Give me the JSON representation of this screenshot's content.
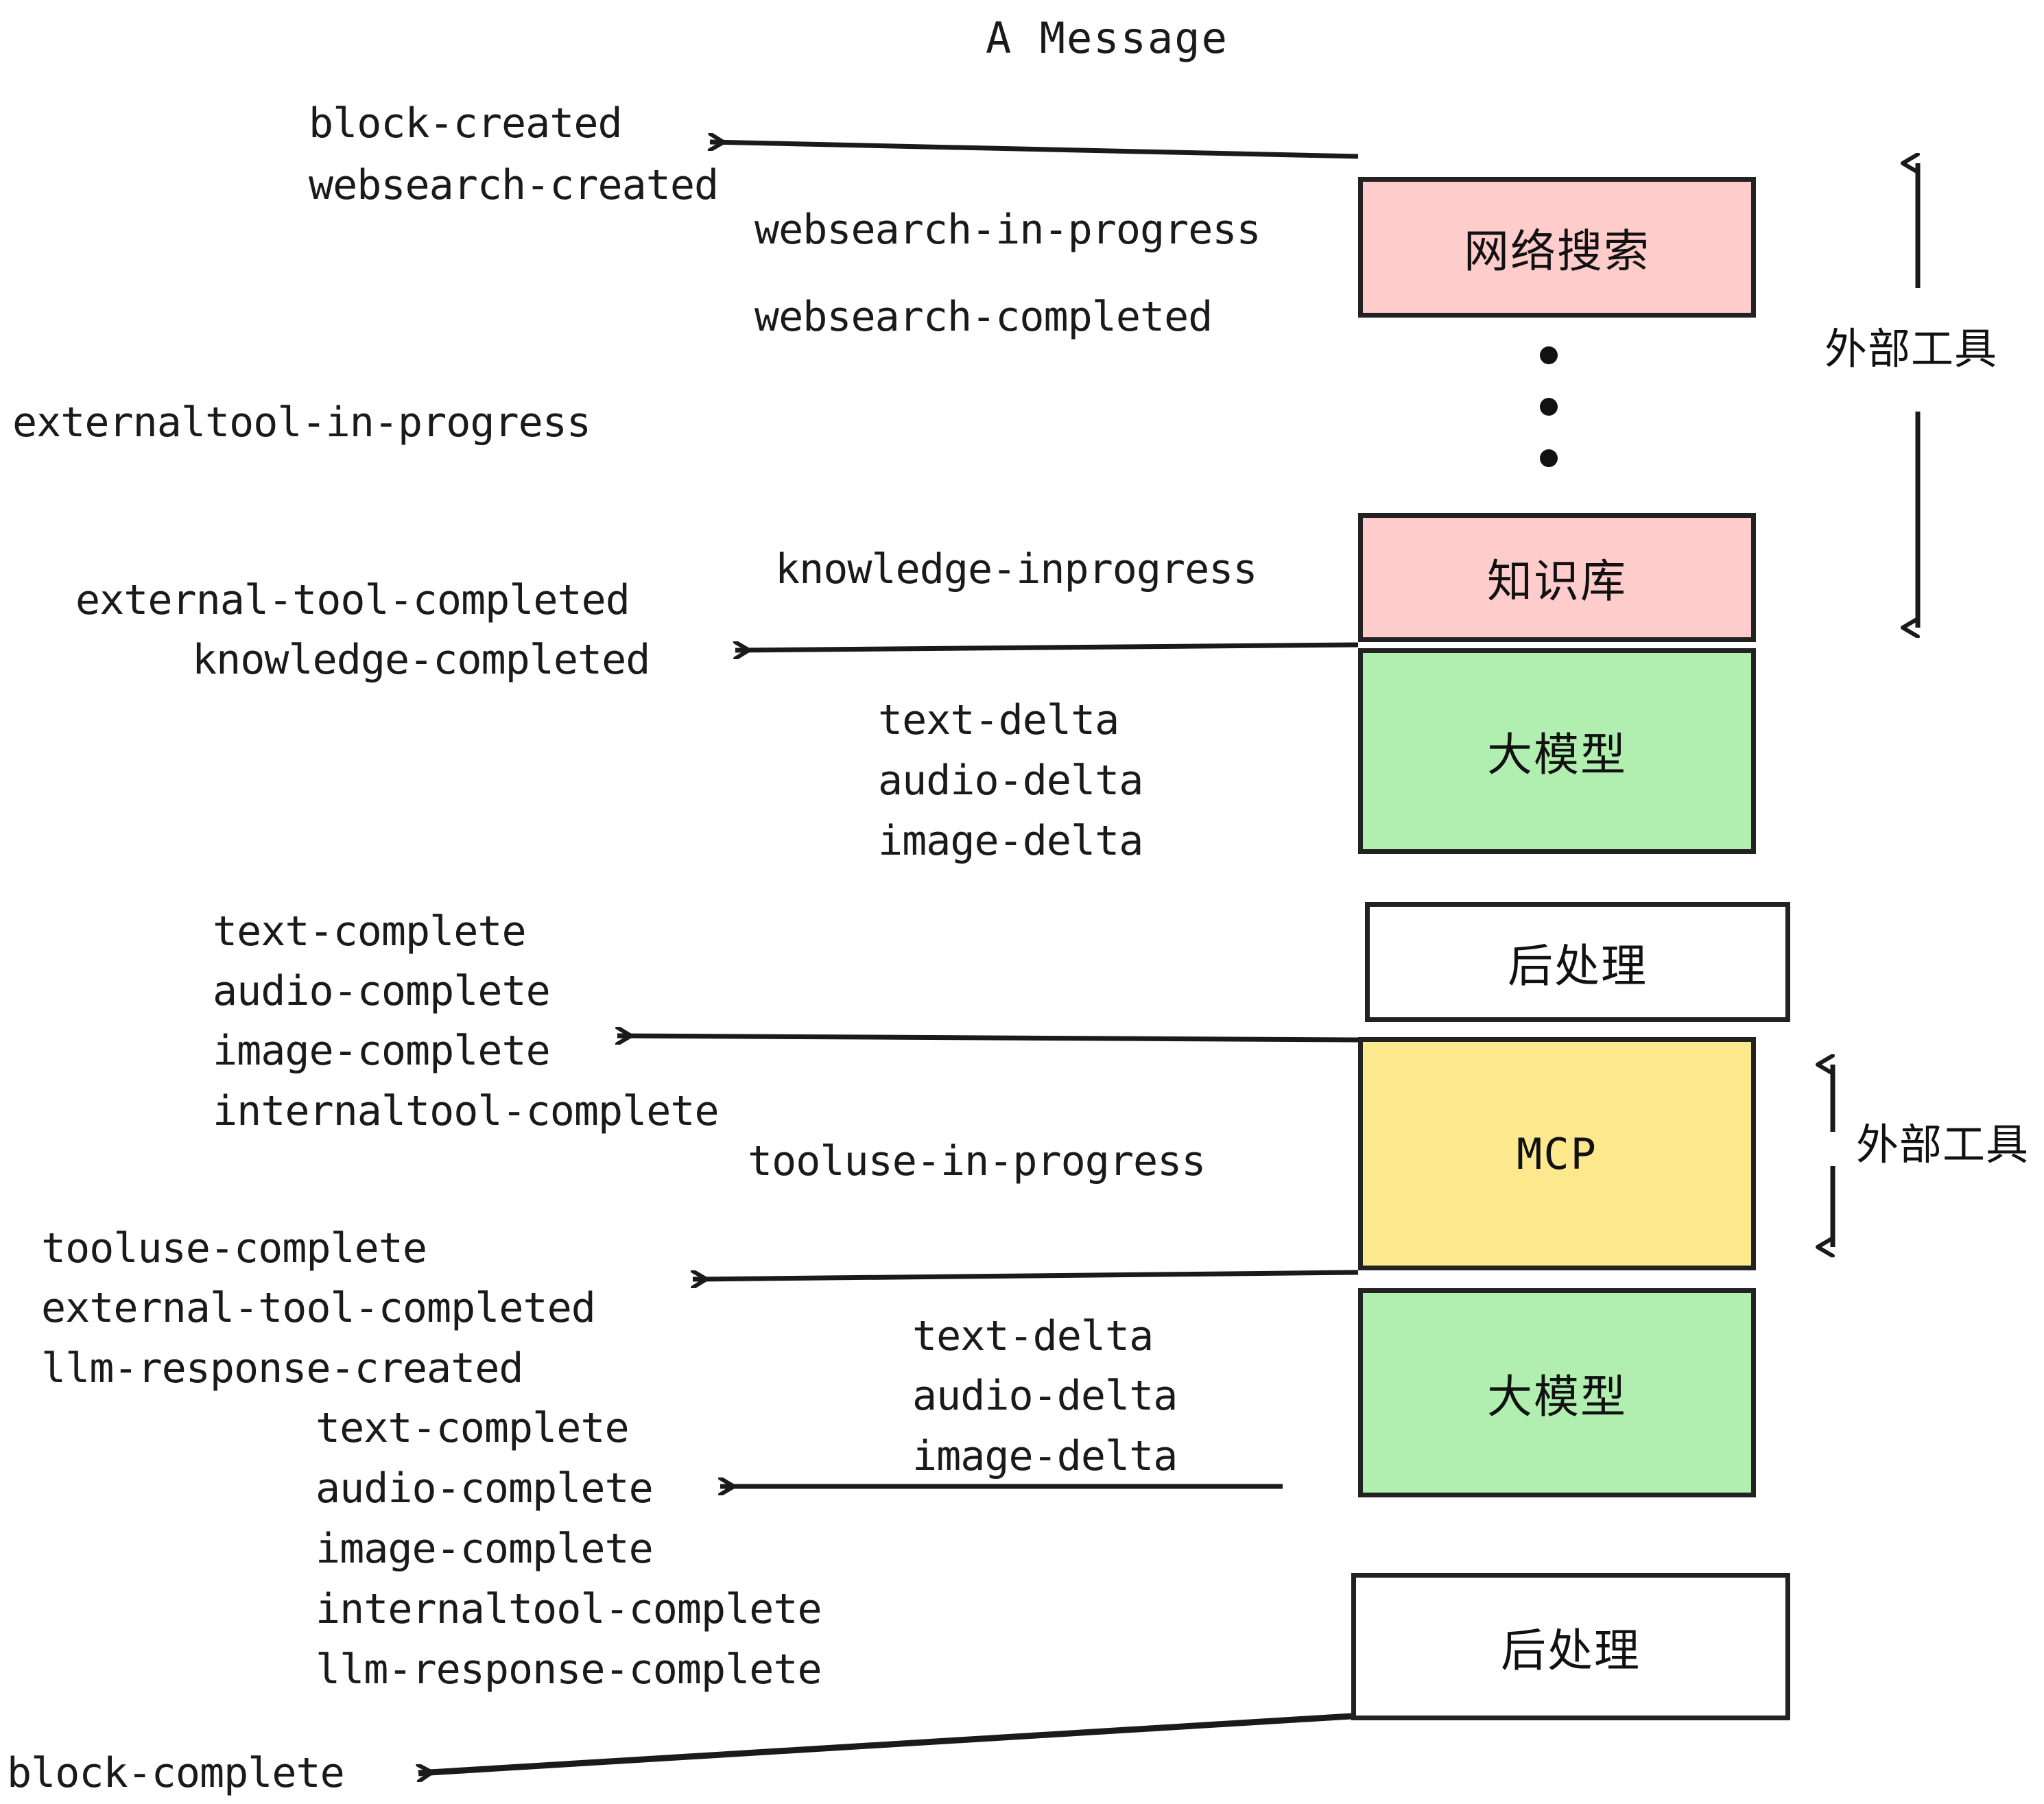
{
  "title": "A Message",
  "boxes": [
    {
      "label": "网络搜索",
      "color": "#FFCCCC",
      "kind": "external-tool"
    },
    {
      "label": "知识库",
      "color": "#FFCCCC",
      "kind": "external-tool"
    },
    {
      "label": "大模型",
      "color": "#B1EFB1",
      "kind": "llm"
    },
    {
      "label": "后处理",
      "color": "#FFFFFF",
      "kind": "post-process"
    },
    {
      "label": "MCP",
      "color": "#FCE98E",
      "kind": "mcp"
    },
    {
      "label": "大模型",
      "color": "#B1EFB1",
      "kind": "llm"
    },
    {
      "label": "后处理",
      "color": "#FFFFFF",
      "kind": "post-process"
    }
  ],
  "side_labels": {
    "external_tool_top": "外部工具",
    "external_tool_mcp": "外部工具"
  },
  "events": {
    "block_created": "block-created",
    "websearch_created": "websearch-created",
    "websearch_in_progress": "websearch-in-progress",
    "websearch_completed": "websearch-completed",
    "externaltool_in_progress": "externaltool-in-progress",
    "knowledge_inprogress": "knowledge-inprogress",
    "external_tool_completed_1": "external-tool-completed",
    "knowledge_completed": "knowledge-completed",
    "text_delta_1": "text-delta",
    "audio_delta_1": "audio-delta",
    "image_delta_1": "image-delta",
    "text_complete_1": "text-complete",
    "audio_complete_1": "audio-complete",
    "image_complete_1": "image-complete",
    "internaltool_complete_1": "internaltool-complete",
    "tooluse_in_progress": "tooluse-in-progress",
    "tooluse_complete": "tooluse-complete",
    "external_tool_completed_2": "external-tool-completed",
    "llm_response_created": "llm-response-created",
    "text_delta_2": "text-delta",
    "audio_delta_2": "audio-delta",
    "image_delta_2": "image-delta",
    "text_complete_2": "text-complete",
    "audio_complete_2": "audio-complete",
    "image_complete_2": "image-complete",
    "internaltool_complete_2": "internaltool-complete",
    "llm_response_complete": "llm-response-complete",
    "block_complete": "block-complete"
  },
  "colors": {
    "pink": "#FFCCCC",
    "green": "#B1EFB1",
    "yellow": "#FCE98E",
    "white": "#FFFFFF",
    "stroke": "#222222",
    "text": "#1a1a1a"
  }
}
